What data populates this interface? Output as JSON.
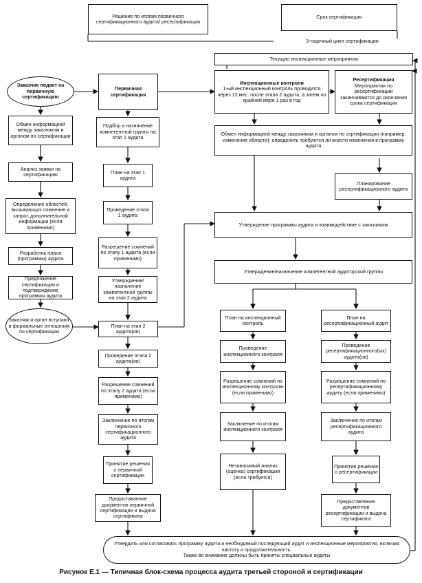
{
  "top": {
    "decision": "Решение по итогам первичного сертификационного аудита/ ресертификации",
    "term": "Срок сертификации",
    "cycle": "3-годичный цикл сертификации"
  },
  "current": "Текущие инспекционные мероприятия",
  "inspection": {
    "title": "Инспекционные контроли",
    "text": "1-ый инспекционный контроль проводится через 12 мес. после этапа 2 аудита, а затем по крайней мере 1 раз в год"
  },
  "recert": {
    "title": "Ресертификация",
    "text": "Мероприятия по ресертификации заканчиваются до окончания срока сертификации"
  },
  "col1": {
    "start": "Заказчик подает на первичную сертификацию",
    "items": [
      "Обмен информацией между заказчиком и органом по сертификации",
      "Анализ заявки на сертификацию",
      "Определение областей, вызывающих сомнение и запрос дополнительной информации (если применимо)",
      "Разработка плана (программы) аудита",
      "Предложение сертификации и подтверждение программы аудита"
    ],
    "end": "Заказчик и орган вступают в формальные отношения по сертификации"
  },
  "col2": {
    "title": "Первичная сертификация",
    "items": [
      "Подбор и назначение компетентной группы на этап 1 аудита",
      "План на этап 1 аудита",
      "Проведение этапа 1 аудита",
      "Разрешение сомнений по этапу 1 аудита (если применимо)",
      "Утверждение/ назначение компетентной группы на этап 2 аудита",
      "План на этап 2 аудита(ов)",
      "Проведение этапа 2 аудита(ов)",
      "Разрешение сомнений по этапу 2 аудита (если применимо)",
      "Заключение по итогам первичного сертификационного аудита",
      "Принятие решения о первичной сертификации",
      "Предоставление документов первичной сертификации и выдача сертификата"
    ]
  },
  "wide": {
    "exchange": "Обмен информацией между заказчиком и органом по сертификации (например, изменение области); определить требуются ли внести изменения в программу аудита",
    "planning": "Планирование ресертификационного аудита",
    "approve": "Утверждение программы аудита и взаимодействие с заказчиком",
    "team": "Утверждение/назначение компетентной аудиторской группы"
  },
  "col3": {
    "items": [
      "План на инспекционный контроль",
      "Проведение инспекционного контроля",
      "Разрешение сомнений по инспекционному контролю (если применимо)",
      "Заключение по итогам инспекционного контроля",
      "Независимый анализ (оценка) сертификации (если требуется)"
    ]
  },
  "col4": {
    "items": [
      "План на ресертификационный аудит",
      "Проведение ресертификационного(ых) аудита(ов)",
      "Разрешение сомнений по ресертификационному аудиту (если применимо)",
      "Заключение по итогам ресертификационного аудита",
      "Принятие решения о ресертификации",
      "Предоставление документов ресертификации и выдача сертификата"
    ]
  },
  "bottom": {
    "line1": "Утвердить или согласовать программу аудита и необходимый последующий аудит и инспекционные мероприятия, включая частоту и продолжительность.",
    "line2": "Также во внимание должны быть приняты специальные аудиты"
  },
  "caption": "Рисунок Е.1 — Типичная блок-схема процесса аудита третьей стороной и сертификации"
}
